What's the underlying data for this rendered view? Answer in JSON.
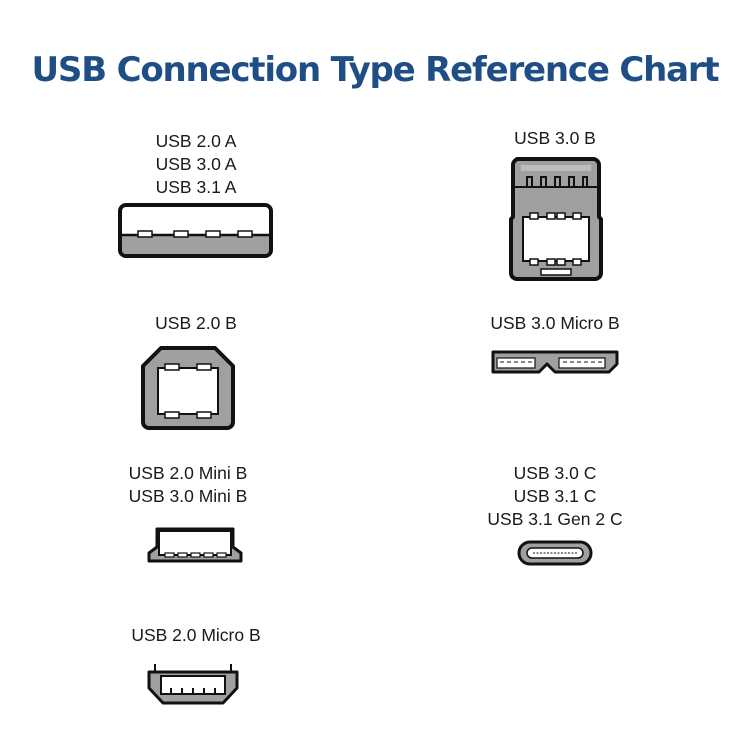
{
  "title": "USB Connection Type Reference Chart",
  "colors": {
    "title": "#1f4e86",
    "connector_fill": "#a0a0a0",
    "outline": "#111111"
  },
  "connectors": [
    {
      "id": "usb-a",
      "column": "left",
      "labels": [
        "USB 2.0 A",
        "USB 3.0 A",
        "USB 3.1 A"
      ],
      "icon": "usb-a-port-icon"
    },
    {
      "id": "usb-3-b",
      "column": "right",
      "labels": [
        "USB 3.0 B"
      ],
      "icon": "usb-3-b-port-icon"
    },
    {
      "id": "usb-2-b",
      "column": "left",
      "labels": [
        "USB 2.0 B"
      ],
      "icon": "usb-2-b-port-icon"
    },
    {
      "id": "usb-3-micro-b",
      "column": "right",
      "labels": [
        "USB 3.0 Micro B"
      ],
      "icon": "usb-3-micro-b-port-icon"
    },
    {
      "id": "usb-mini-b",
      "column": "left",
      "labels": [
        "USB 2.0 Mini B",
        "USB 3.0 Mini B"
      ],
      "icon": "usb-mini-b-port-icon"
    },
    {
      "id": "usb-c",
      "column": "right",
      "labels": [
        "USB 3.0 C",
        "USB 3.1 C",
        "USB 3.1 Gen 2 C"
      ],
      "icon": "usb-c-port-icon"
    },
    {
      "id": "usb-2-micro-b",
      "column": "left",
      "labels": [
        "USB 2.0 Micro B"
      ],
      "icon": "usb-2-micro-b-port-icon"
    }
  ]
}
